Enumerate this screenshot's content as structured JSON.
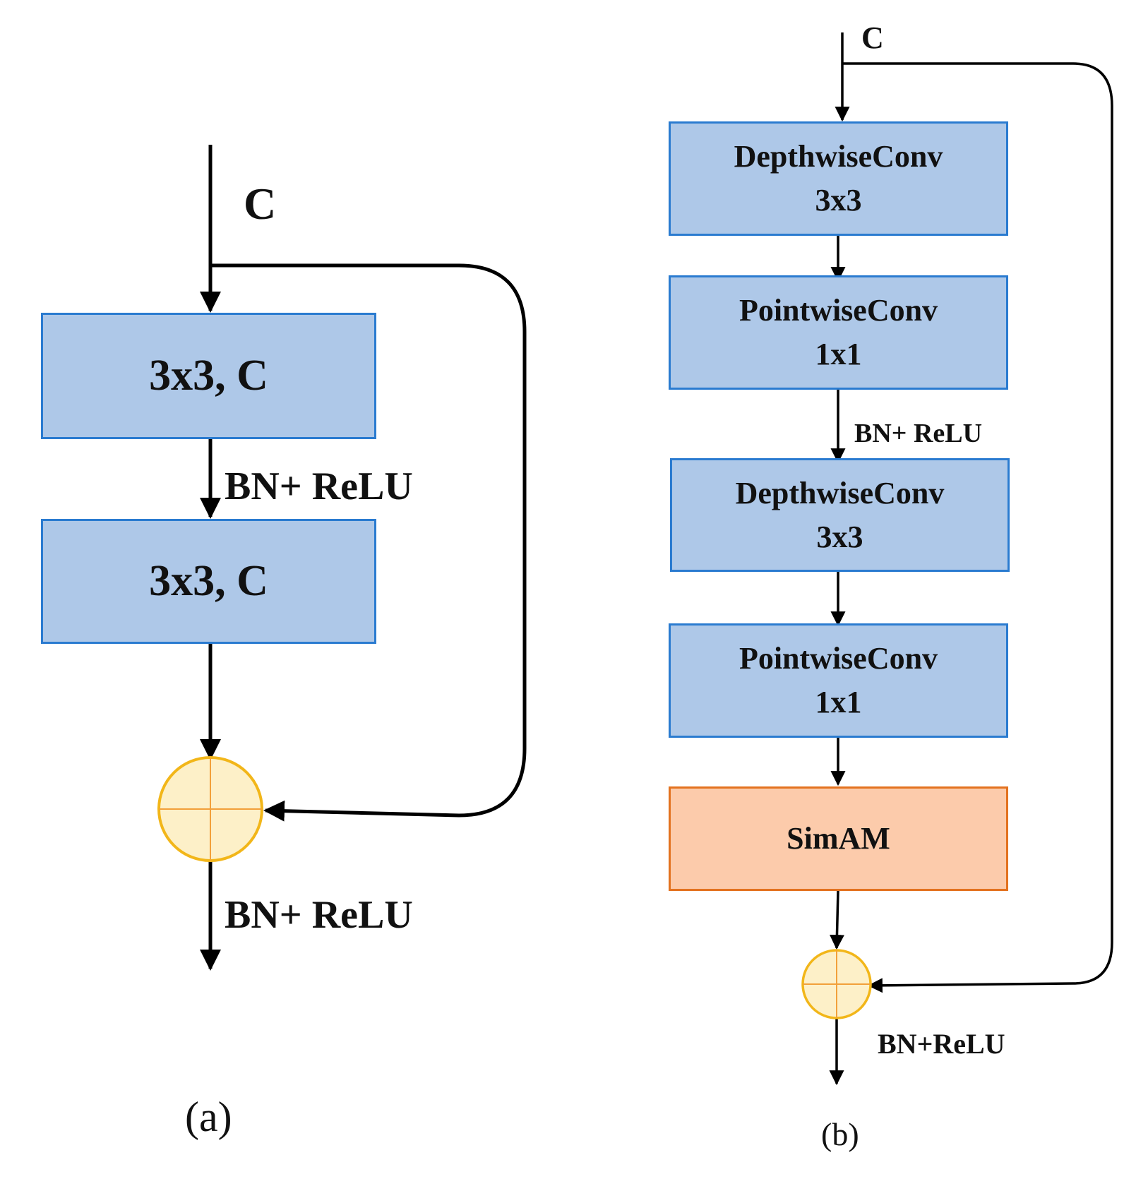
{
  "colors": {
    "block_fill": "#aec8e8",
    "block_border": "#2a7bd0",
    "attention_fill": "#fccbab",
    "attention_border": "#e3721f",
    "sum_fill": "#fdf0c8",
    "sum_border": "#f2b619",
    "sum_cross": "#f2a03a",
    "line": "#000000"
  },
  "diagram_a": {
    "input_label": "C",
    "block1_label": "3x3, C",
    "block2_label": "3x3, C",
    "mid_label": "BN+ ReLU",
    "output_label": "BN+ ReLU",
    "sum_icon": "plus-circle-icon",
    "caption": "(a)"
  },
  "diagram_b": {
    "input_label": "C",
    "blocks": [
      {
        "line1": "DepthwiseConv",
        "line2": "3x3"
      },
      {
        "line1": "PointwiseConv",
        "line2": "1x1"
      },
      {
        "line1": "DepthwiseConv",
        "line2": "3x3"
      },
      {
        "line1": "PointwiseConv",
        "line2": "1x1"
      }
    ],
    "mid_label": "BN+ ReLU",
    "attention_label": "SimAM",
    "output_label": "BN+ReLU",
    "sum_icon": "plus-circle-icon",
    "caption": "(b)"
  }
}
